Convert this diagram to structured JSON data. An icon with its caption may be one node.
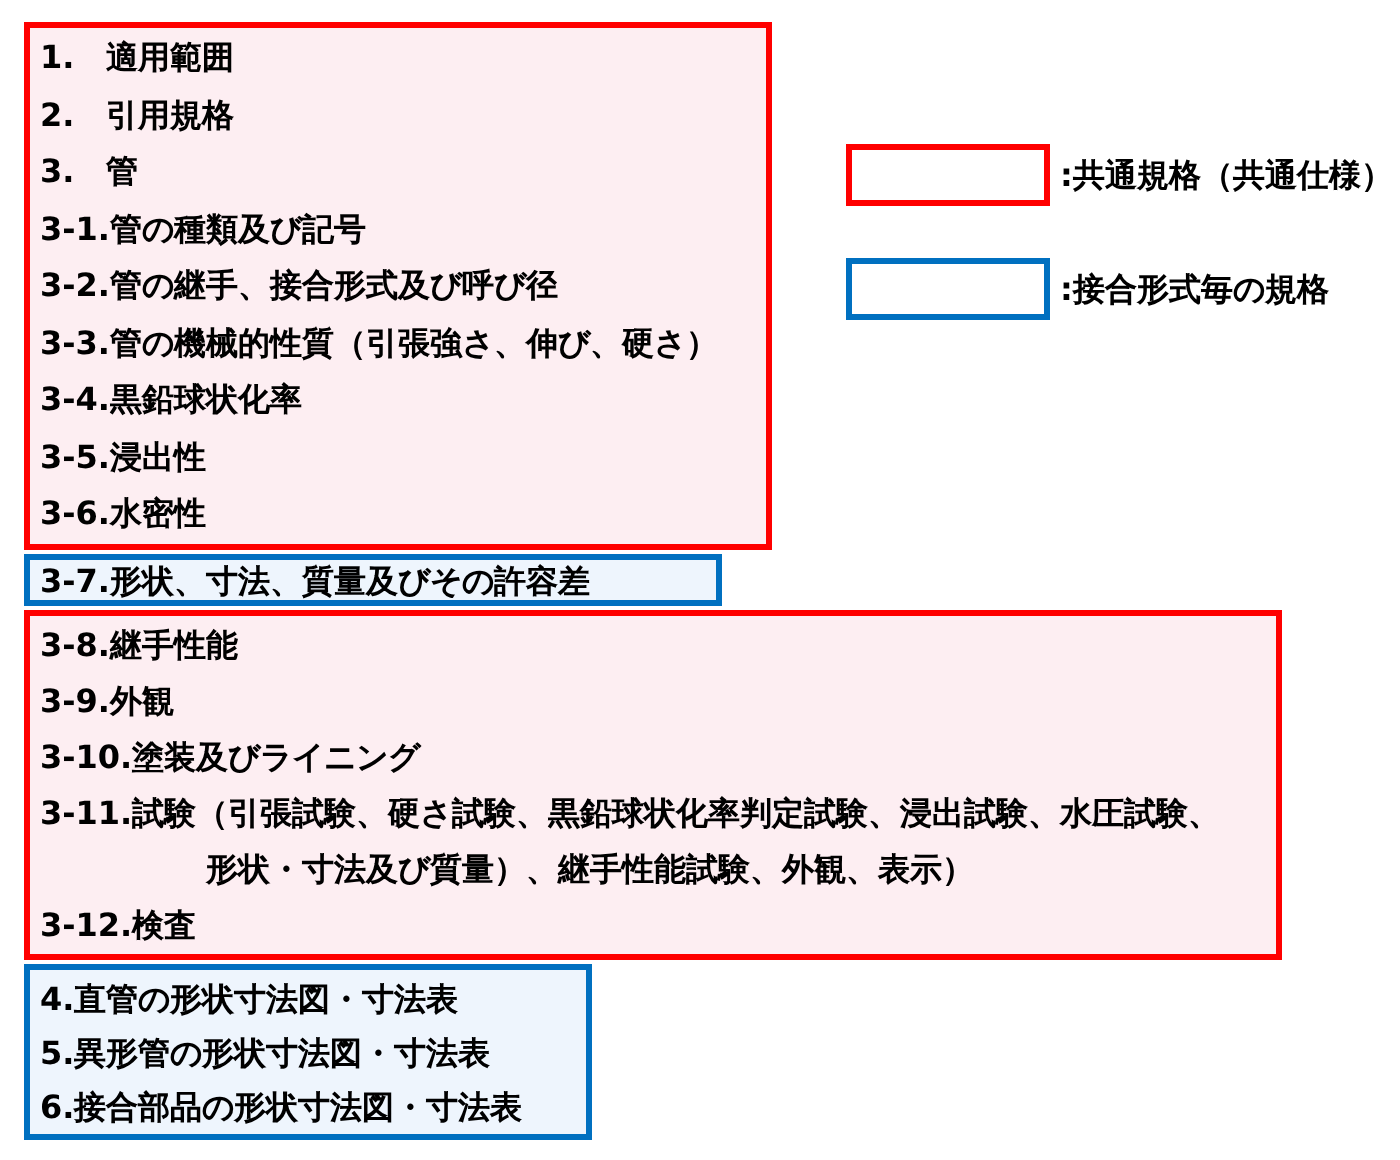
{
  "diagram": {
    "nodes": [
      {
        "text": [
          "1.　適用範囲",
          "2.　引用規格",
          "3.　管",
          "3-1.管の種類及び記号",
          "3-2.管の継手、接合形式及び呼び径",
          "3-3.管の機械的性質（引張強さ、伸び、硬さ）",
          "3-4.黒鉛球状化率",
          "3-5.浸出性",
          "3-6.水密性"
        ]
      },
      {
        "text": [
          "3-7.形状、寸法、質量及びその許容差"
        ]
      },
      {
        "text": [
          "3-8.継手性能",
          "3-9.外観",
          "3-10.塗装及びライニング",
          "3-11.試験（引張試験、硬さ試験、黒鉛球状化率判定試験、浸出試験、水圧試験、形状・寸法及び質量）、継手性能試験、外観、表示）",
          "3-12.検査"
        ]
      },
      {
        "text": [
          "4.直管の形状寸法図・寸法表",
          "5.異形管の形状寸法図・寸法表",
          "6.接合部品の形状寸法図・寸法表"
        ]
      }
    ],
    "legend": [
      {
        "text": ":共通規格（共通仕様）",
        "color": "#ff0000"
      },
      {
        "text": ":接合形式毎の規格",
        "color": "#0070c0"
      }
    ]
  }
}
